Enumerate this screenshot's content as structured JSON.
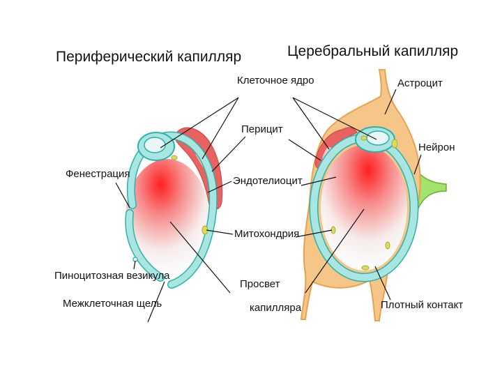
{
  "titles": {
    "peripheral": "Периферический капилляр",
    "cerebral": "Церебральный капилляр"
  },
  "labels": {
    "nucleus": "Клеточное ядро",
    "pericyte": "Перицит",
    "endothelium": "Эндотелиоцит",
    "mitochondria": "Митохондрия",
    "lumen_line1": "Просвет",
    "lumen_line2": "капилляра",
    "fenestration": "Фенестрация",
    "pinocytotic": "Пиноцитозная везикула",
    "intercellular": "Межклеточная щель",
    "astrocyte": "Астроцит",
    "neuron": "Нейрон",
    "tight_junction": "Плотный контакт"
  },
  "colors": {
    "endothelium": "#a9e6e1",
    "endothelium_stroke": "#2bb2aa",
    "pericyte": "#e8625f",
    "astrocyte": "#f6c689",
    "astrocyte_stroke": "#e8a14d",
    "neuron": "#a3e36b",
    "mitochondria": "#dcdc5a",
    "lumen_center": "#ff2a2a"
  }
}
